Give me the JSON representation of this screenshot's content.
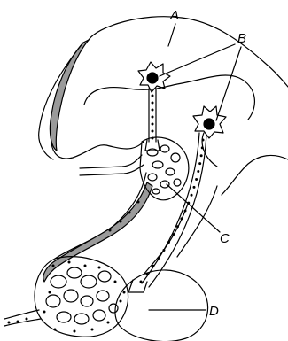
{
  "labels": {
    "a": "A",
    "b": "B",
    "c": "C",
    "d": "D"
  },
  "colors": {
    "stroke": "#000000",
    "shaded_band": "#9a9a9a",
    "background": "#ffffff"
  }
}
